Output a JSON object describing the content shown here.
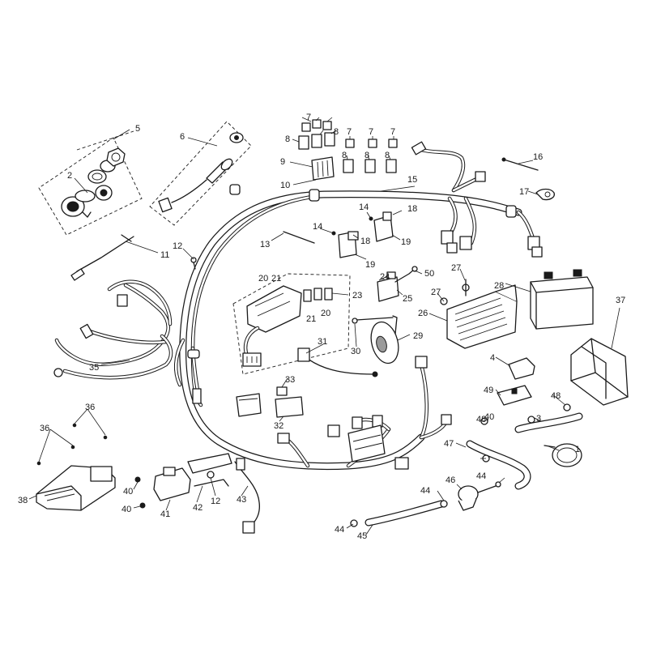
{
  "diagram": {
    "type": "exploded-parts-diagram",
    "subject": "electrical system wiring harness",
    "callouts": [
      {
        "id": "c1",
        "label": "1"
      },
      {
        "id": "c2",
        "label": "2"
      },
      {
        "id": "c3",
        "label": "3"
      },
      {
        "id": "c4",
        "label": "4"
      },
      {
        "id": "c5",
        "label": "5"
      },
      {
        "id": "c6",
        "label": "6"
      },
      {
        "id": "c7a",
        "label": "7"
      },
      {
        "id": "c7b",
        "label": "7"
      },
      {
        "id": "c7c",
        "label": "7"
      },
      {
        "id": "c7d",
        "label": "7"
      },
      {
        "id": "c8a",
        "label": "8"
      },
      {
        "id": "c8b",
        "label": "8"
      },
      {
        "id": "c8c",
        "label": "8"
      },
      {
        "id": "c8d",
        "label": "8"
      },
      {
        "id": "c8e",
        "label": "8"
      },
      {
        "id": "c9",
        "label": "9"
      },
      {
        "id": "c10",
        "label": "10"
      },
      {
        "id": "c11",
        "label": "11"
      },
      {
        "id": "c12a",
        "label": "12"
      },
      {
        "id": "c12b",
        "label": "12"
      },
      {
        "id": "c13",
        "label": "13"
      },
      {
        "id": "c14a",
        "label": "14"
      },
      {
        "id": "c14b",
        "label": "14"
      },
      {
        "id": "c15",
        "label": "15"
      },
      {
        "id": "c16",
        "label": "16"
      },
      {
        "id": "c17",
        "label": "17"
      },
      {
        "id": "c18a",
        "label": "18"
      },
      {
        "id": "c18b",
        "label": "18"
      },
      {
        "id": "c19a",
        "label": "19"
      },
      {
        "id": "c19b",
        "label": "19"
      },
      {
        "id": "c20a",
        "label": "20"
      },
      {
        "id": "c20b",
        "label": "20"
      },
      {
        "id": "c21a",
        "label": "21"
      },
      {
        "id": "c21b",
        "label": "21"
      },
      {
        "id": "c23",
        "label": "23"
      },
      {
        "id": "c24",
        "label": "24"
      },
      {
        "id": "c25",
        "label": "25"
      },
      {
        "id": "c26",
        "label": "26"
      },
      {
        "id": "c27a",
        "label": "27"
      },
      {
        "id": "c27b",
        "label": "27"
      },
      {
        "id": "c28",
        "label": "28"
      },
      {
        "id": "c29",
        "label": "29"
      },
      {
        "id": "c30",
        "label": "30"
      },
      {
        "id": "c31",
        "label": "31"
      },
      {
        "id": "c32",
        "label": "32"
      },
      {
        "id": "c33",
        "label": "33"
      },
      {
        "id": "c35",
        "label": "35"
      },
      {
        "id": "c36a",
        "label": "36"
      },
      {
        "id": "c36b",
        "label": "36"
      },
      {
        "id": "c37",
        "label": "37"
      },
      {
        "id": "c38",
        "label": "38"
      },
      {
        "id": "c40a",
        "label": "40"
      },
      {
        "id": "c40b",
        "label": "40"
      },
      {
        "id": "c40c",
        "label": "40"
      },
      {
        "id": "c41",
        "label": "41"
      },
      {
        "id": "c42",
        "label": "42"
      },
      {
        "id": "c43",
        "label": "43"
      },
      {
        "id": "c44a",
        "label": "44"
      },
      {
        "id": "c44b",
        "label": "44"
      },
      {
        "id": "c44c",
        "label": "44"
      },
      {
        "id": "c45",
        "label": "45"
      },
      {
        "id": "c46",
        "label": "46"
      },
      {
        "id": "c47",
        "label": "47"
      },
      {
        "id": "c48a",
        "label": "48"
      },
      {
        "id": "c48b",
        "label": "48"
      },
      {
        "id": "c49",
        "label": "49"
      },
      {
        "id": "c50",
        "label": "50"
      }
    ]
  }
}
